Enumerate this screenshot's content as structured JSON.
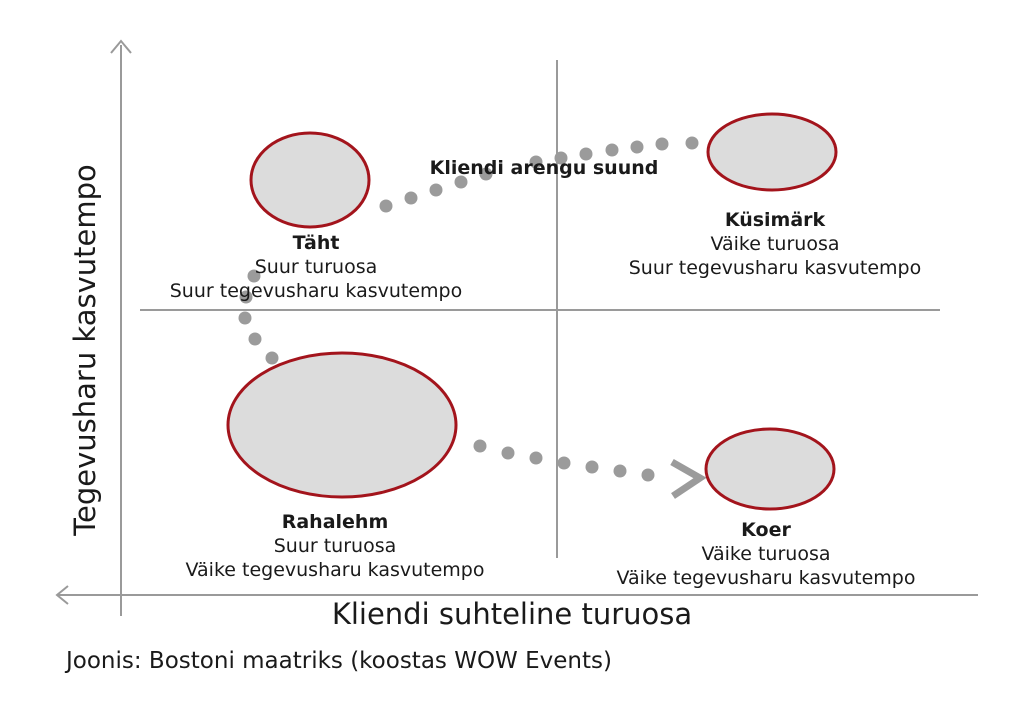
{
  "direction_label": "Kliendi arengu suund",
  "x_axis_title": "Kliendi suhteline turuosa",
  "y_axis_title": "Tegevusharu kasvutempo",
  "caption": "Joonis: Bostoni maatriks (koostas WOW Events)",
  "quadrants": {
    "star": {
      "name": "Täht",
      "line1": "Suur turuosa",
      "line2": "Suur tegevusharu kasvutempo"
    },
    "question": {
      "name": "Küsimärk",
      "line1": "Väike turuosa",
      "line2": "Suur tegevusharu kasvutempo"
    },
    "cow": {
      "name": "Rahalehm",
      "line1": "Suur turuosa",
      "line2": "Väike tegevusharu kasvutempo"
    },
    "dog": {
      "name": "Koer",
      "line1": "Väike turuosa",
      "line2": "Väike tegevusharu kasvutempo"
    }
  },
  "colors": {
    "circle_fill": "#dcdcdc",
    "circle_stroke": "#a3141c",
    "dots": "#9b9b9b",
    "axis": "#9a9a9a"
  }
}
